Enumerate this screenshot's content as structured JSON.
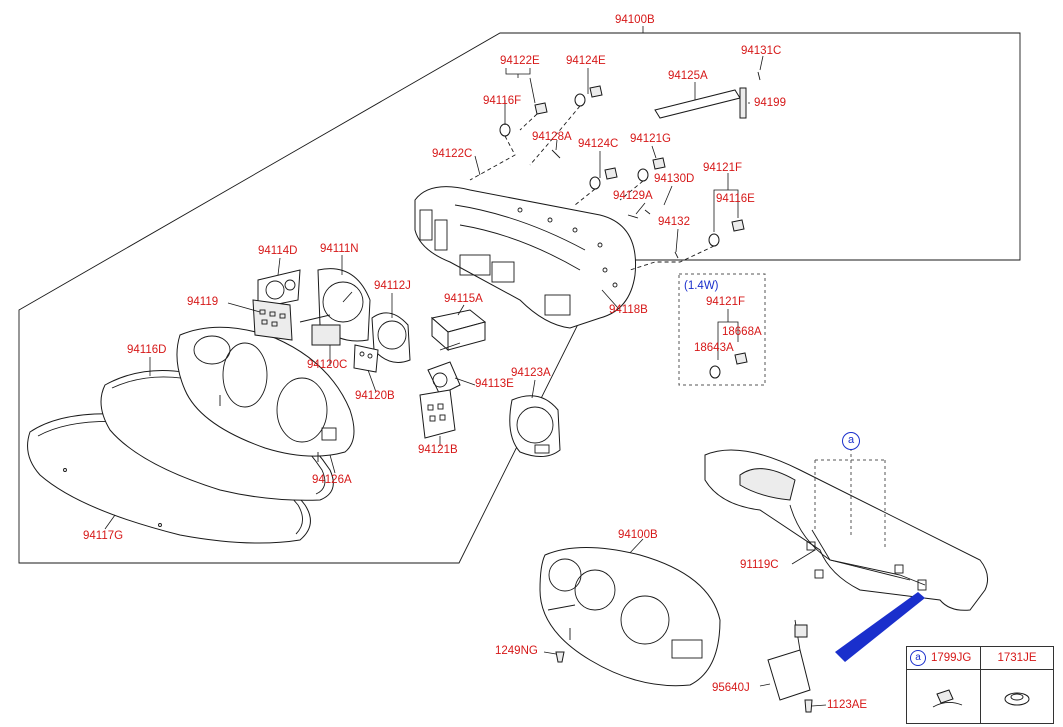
{
  "labels": {
    "l94100B_top": "94100B",
    "l94122E": "94122E",
    "l94124E": "94124E",
    "l94131C": "94131C",
    "l94125A": "94125A",
    "l94199": "94199",
    "l94116F": "94116F",
    "l94128A": "94128A",
    "l94124C": "94124C",
    "l94121G": "94121G",
    "l94122C": "94122C",
    "l94121F_a": "94121F",
    "l94130D": "94130D",
    "l94129A": "94129A",
    "l94116E": "94116E",
    "l94132": "94132",
    "l94114D": "94114D",
    "l94111N": "94111N",
    "l94119": "94119",
    "l94112J": "94112J",
    "l94115A": "94115A",
    "l94118B": "94118B",
    "l1_4W": "(1.4W)",
    "l94121F_b": "94121F",
    "l18668A": "18668A",
    "l18643A": "18643A",
    "l94116D": "94116D",
    "l94120C": "94120C",
    "l94120B": "94120B",
    "l94113E": "94113E",
    "l94123A": "94123A",
    "l94121B": "94121B",
    "l94126A": "94126A",
    "l94117G": "94117G",
    "l94100B_bottom": "94100B",
    "l91119C": "91119C",
    "l1249NG": "1249NG",
    "l95640J": "95640J",
    "l1123AE": "1123AE"
  },
  "callout": {
    "letter": "a"
  },
  "legend": {
    "letter": "a",
    "col1": "1799JG",
    "col2": "1731JE"
  },
  "colors": {
    "label_red": "#d61818",
    "label_blue": "#1a2fcc",
    "highlight_blue": "#1a2fcc",
    "line": "#1a1a1a"
  }
}
